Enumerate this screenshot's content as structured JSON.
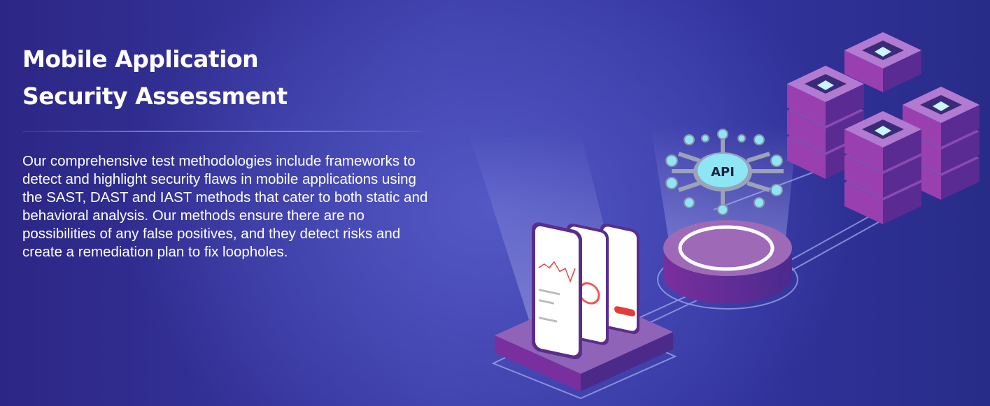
{
  "hero": {
    "title_line1": "Mobile Application",
    "title_line2": "Security Assessment",
    "description": "Our comprehensive test methodologies include frameworks to detect and highlight security flaws in mobile applications using the SAST, DAST and IAST methods that cater to both static and behavioral analysis. Our methods ensure there are no possibilities of any false positives, and they detect risks and create a remediation plan to fix loopholes."
  },
  "illustration": {
    "api_label": "API"
  },
  "colors": {
    "background": "#3434a0",
    "purple": "#8a3fa8",
    "cyan": "#8ee6f5"
  }
}
